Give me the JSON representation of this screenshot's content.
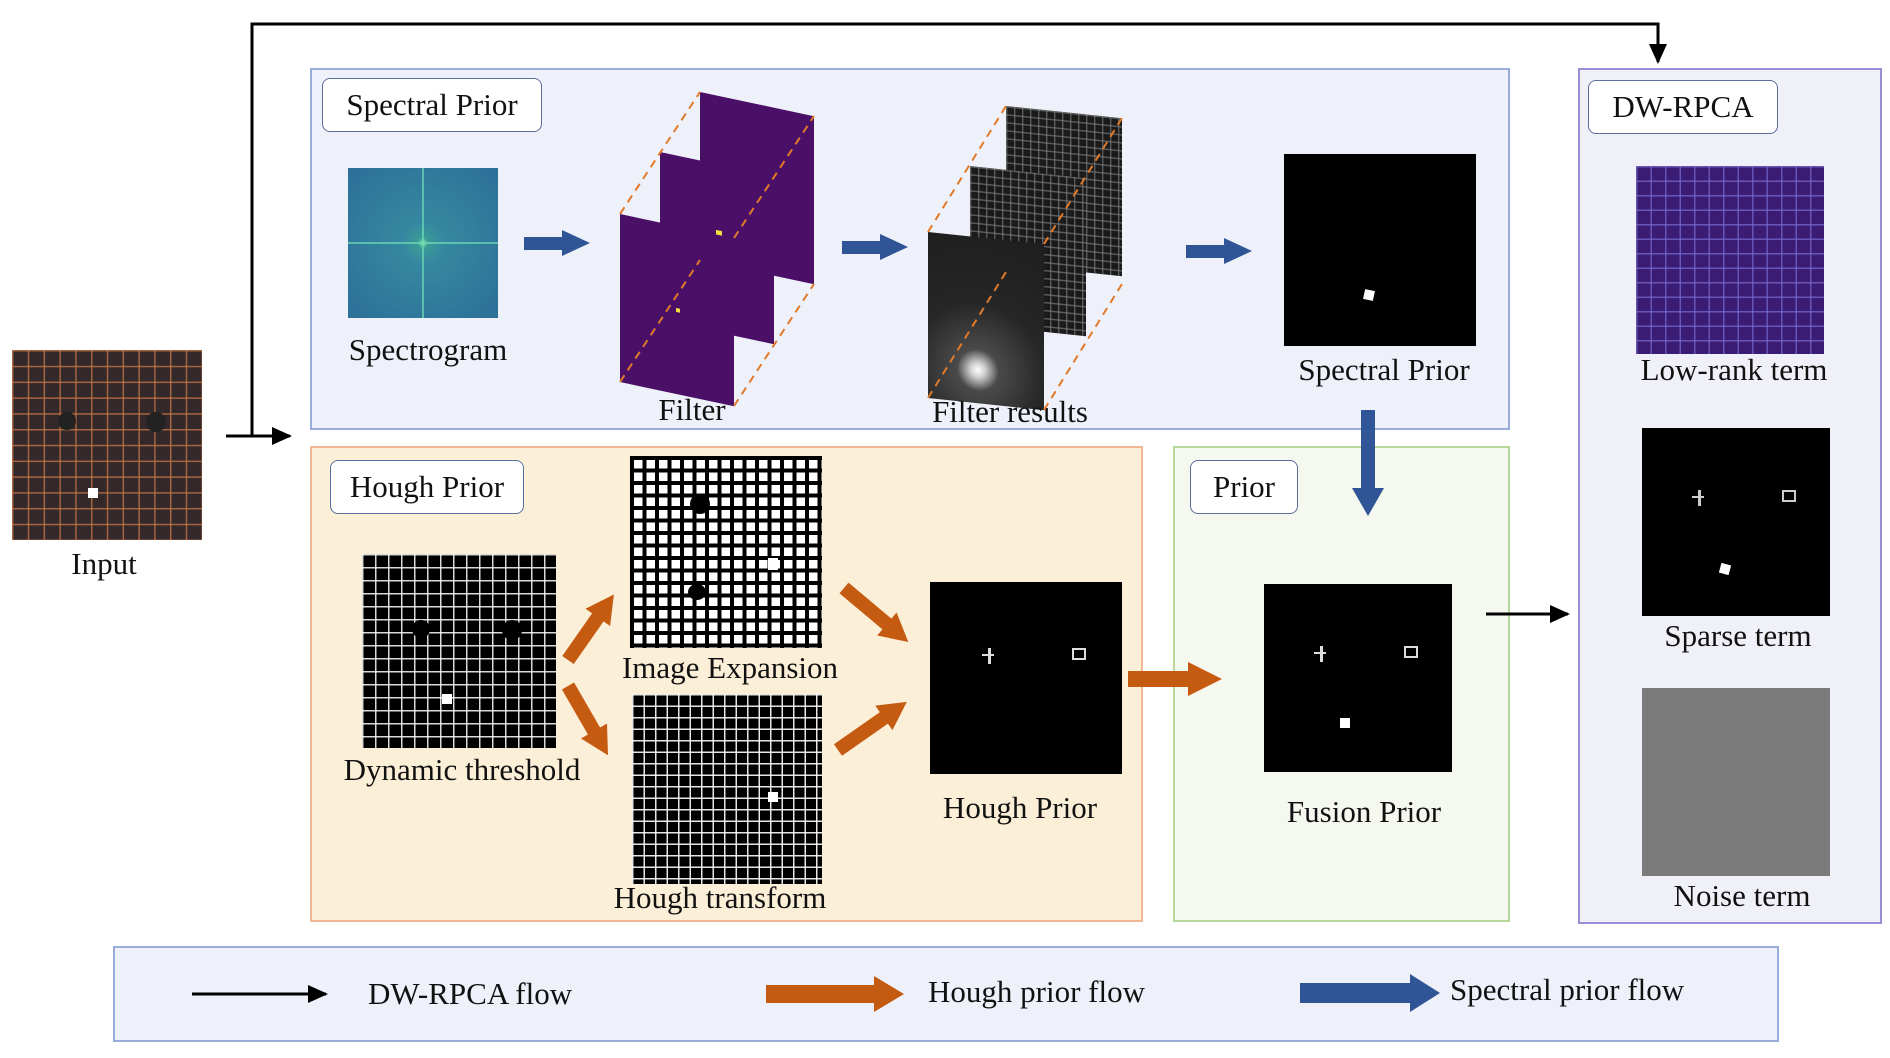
{
  "panels": {
    "spectral": {
      "tag": "Spectral Prior"
    },
    "hough": {
      "tag": "Hough Prior"
    },
    "prior": {
      "tag": "Prior"
    },
    "dwrpca": {
      "tag": "DW-RPCA"
    }
  },
  "labels": {
    "input": "Input",
    "spectrogram": "Spectrogram",
    "filter": "Filter",
    "filter_results": "Filter results",
    "spectral_prior": "Spectral Prior",
    "dynamic_threshold": "Dynamic threshold",
    "image_expansion": "Image Expansion",
    "hough_transform": "Hough transform",
    "hough_prior": "Hough Prior",
    "fusion_prior": "Fusion Prior",
    "low_rank": "Low-rank term",
    "sparse": "Sparse term",
    "noise": "Noise term"
  },
  "legend": {
    "dwrpca_flow": "DW-RPCA flow",
    "hough_flow": "Hough prior flow",
    "spectral_flow": "Spectral prior flow"
  },
  "colors": {
    "black_arrow": "#000000",
    "hough_arrow": "#c55a11",
    "spectral_arrow": "#2f5597",
    "spectral_bg": "#eef1fa",
    "hough_bg": "#fcefd7",
    "prior_bg": "#f5f8ef",
    "dwrpca_bg": "#f0f0f8"
  }
}
